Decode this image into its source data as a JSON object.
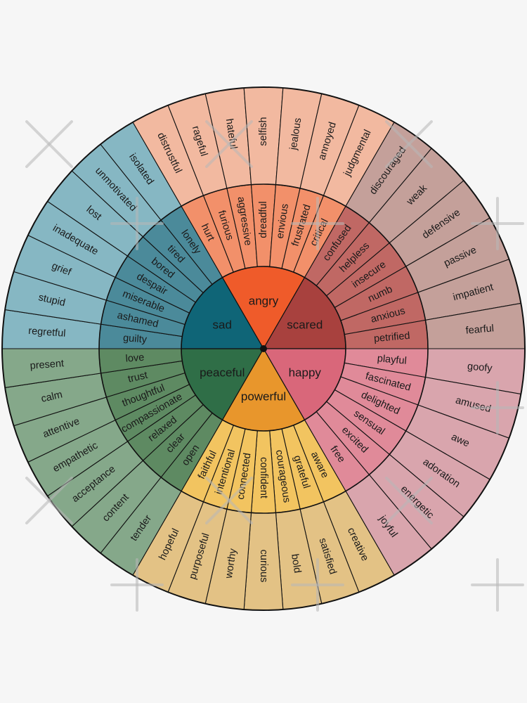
{
  "wheel": {
    "sectors": [
      {
        "core": "angry",
        "colors": {
          "core": "#ef5b2a",
          "middle": "#f2906a",
          "outer": "#f2b9a0"
        },
        "middle": [
          "hurt",
          "furious",
          "aggressive",
          "dreadful",
          "envious",
          "frustrated",
          "critical"
        ],
        "outer": [
          "distrustful",
          "rageful",
          "hateful",
          "selfish",
          "jealous",
          "annoyed",
          "judgmental"
        ]
      },
      {
        "core": "scared",
        "colors": {
          "core": "#a8413e",
          "middle": "#c06864",
          "outer": "#c4a09a"
        },
        "middle": [
          "confused",
          "helpless",
          "insecure",
          "numb",
          "anxious",
          "petrified"
        ],
        "outer": [
          "discouraged",
          "weak",
          "defensive",
          "passive",
          "impatient",
          "fearful"
        ]
      },
      {
        "core": "happy",
        "colors": {
          "core": "#d9677a",
          "middle": "#e08a99",
          "outer": "#d9a5ad"
        },
        "middle": [
          "playful",
          "fascinated",
          "delighted",
          "sensual",
          "excited",
          "free"
        ],
        "outer": [
          "goofy",
          "amused",
          "awe",
          "adoration",
          "energetic",
          "joyful"
        ]
      },
      {
        "core": "powerful",
        "colors": {
          "core": "#e8962c",
          "middle": "#f2c460",
          "outer": "#e3c285"
        },
        "middle": [
          "aware",
          "grateful",
          "courageous",
          "confident",
          "connected",
          "intentional",
          "faithful"
        ],
        "outer": [
          "creative",
          "satisfied",
          "bold",
          "curious",
          "worthy",
          "purposeful",
          "hopeful"
        ]
      },
      {
        "core": "peaceful",
        "colors": {
          "core": "#2f6e47",
          "middle": "#5e8a62",
          "outer": "#85a88a"
        },
        "middle": [
          "open",
          "clear",
          "relaxed",
          "compassionate",
          "thoughtful",
          "trust",
          "love"
        ],
        "outer": [
          "tender",
          "content",
          "acceptance",
          "empathetic",
          "attentive",
          "calm",
          "present"
        ]
      },
      {
        "core": "sad",
        "colors": {
          "core": "#0f6577",
          "middle": "#4b8a9a",
          "outer": "#86b7c3"
        },
        "middle": [
          "guilty",
          "ashamed",
          "miserable",
          "despair",
          "bored",
          "tired",
          "lonely"
        ],
        "outer": [
          "regretful",
          "stupid",
          "grief",
          "inadequate",
          "lost",
          "unmotivated",
          "isolated"
        ]
      }
    ]
  }
}
